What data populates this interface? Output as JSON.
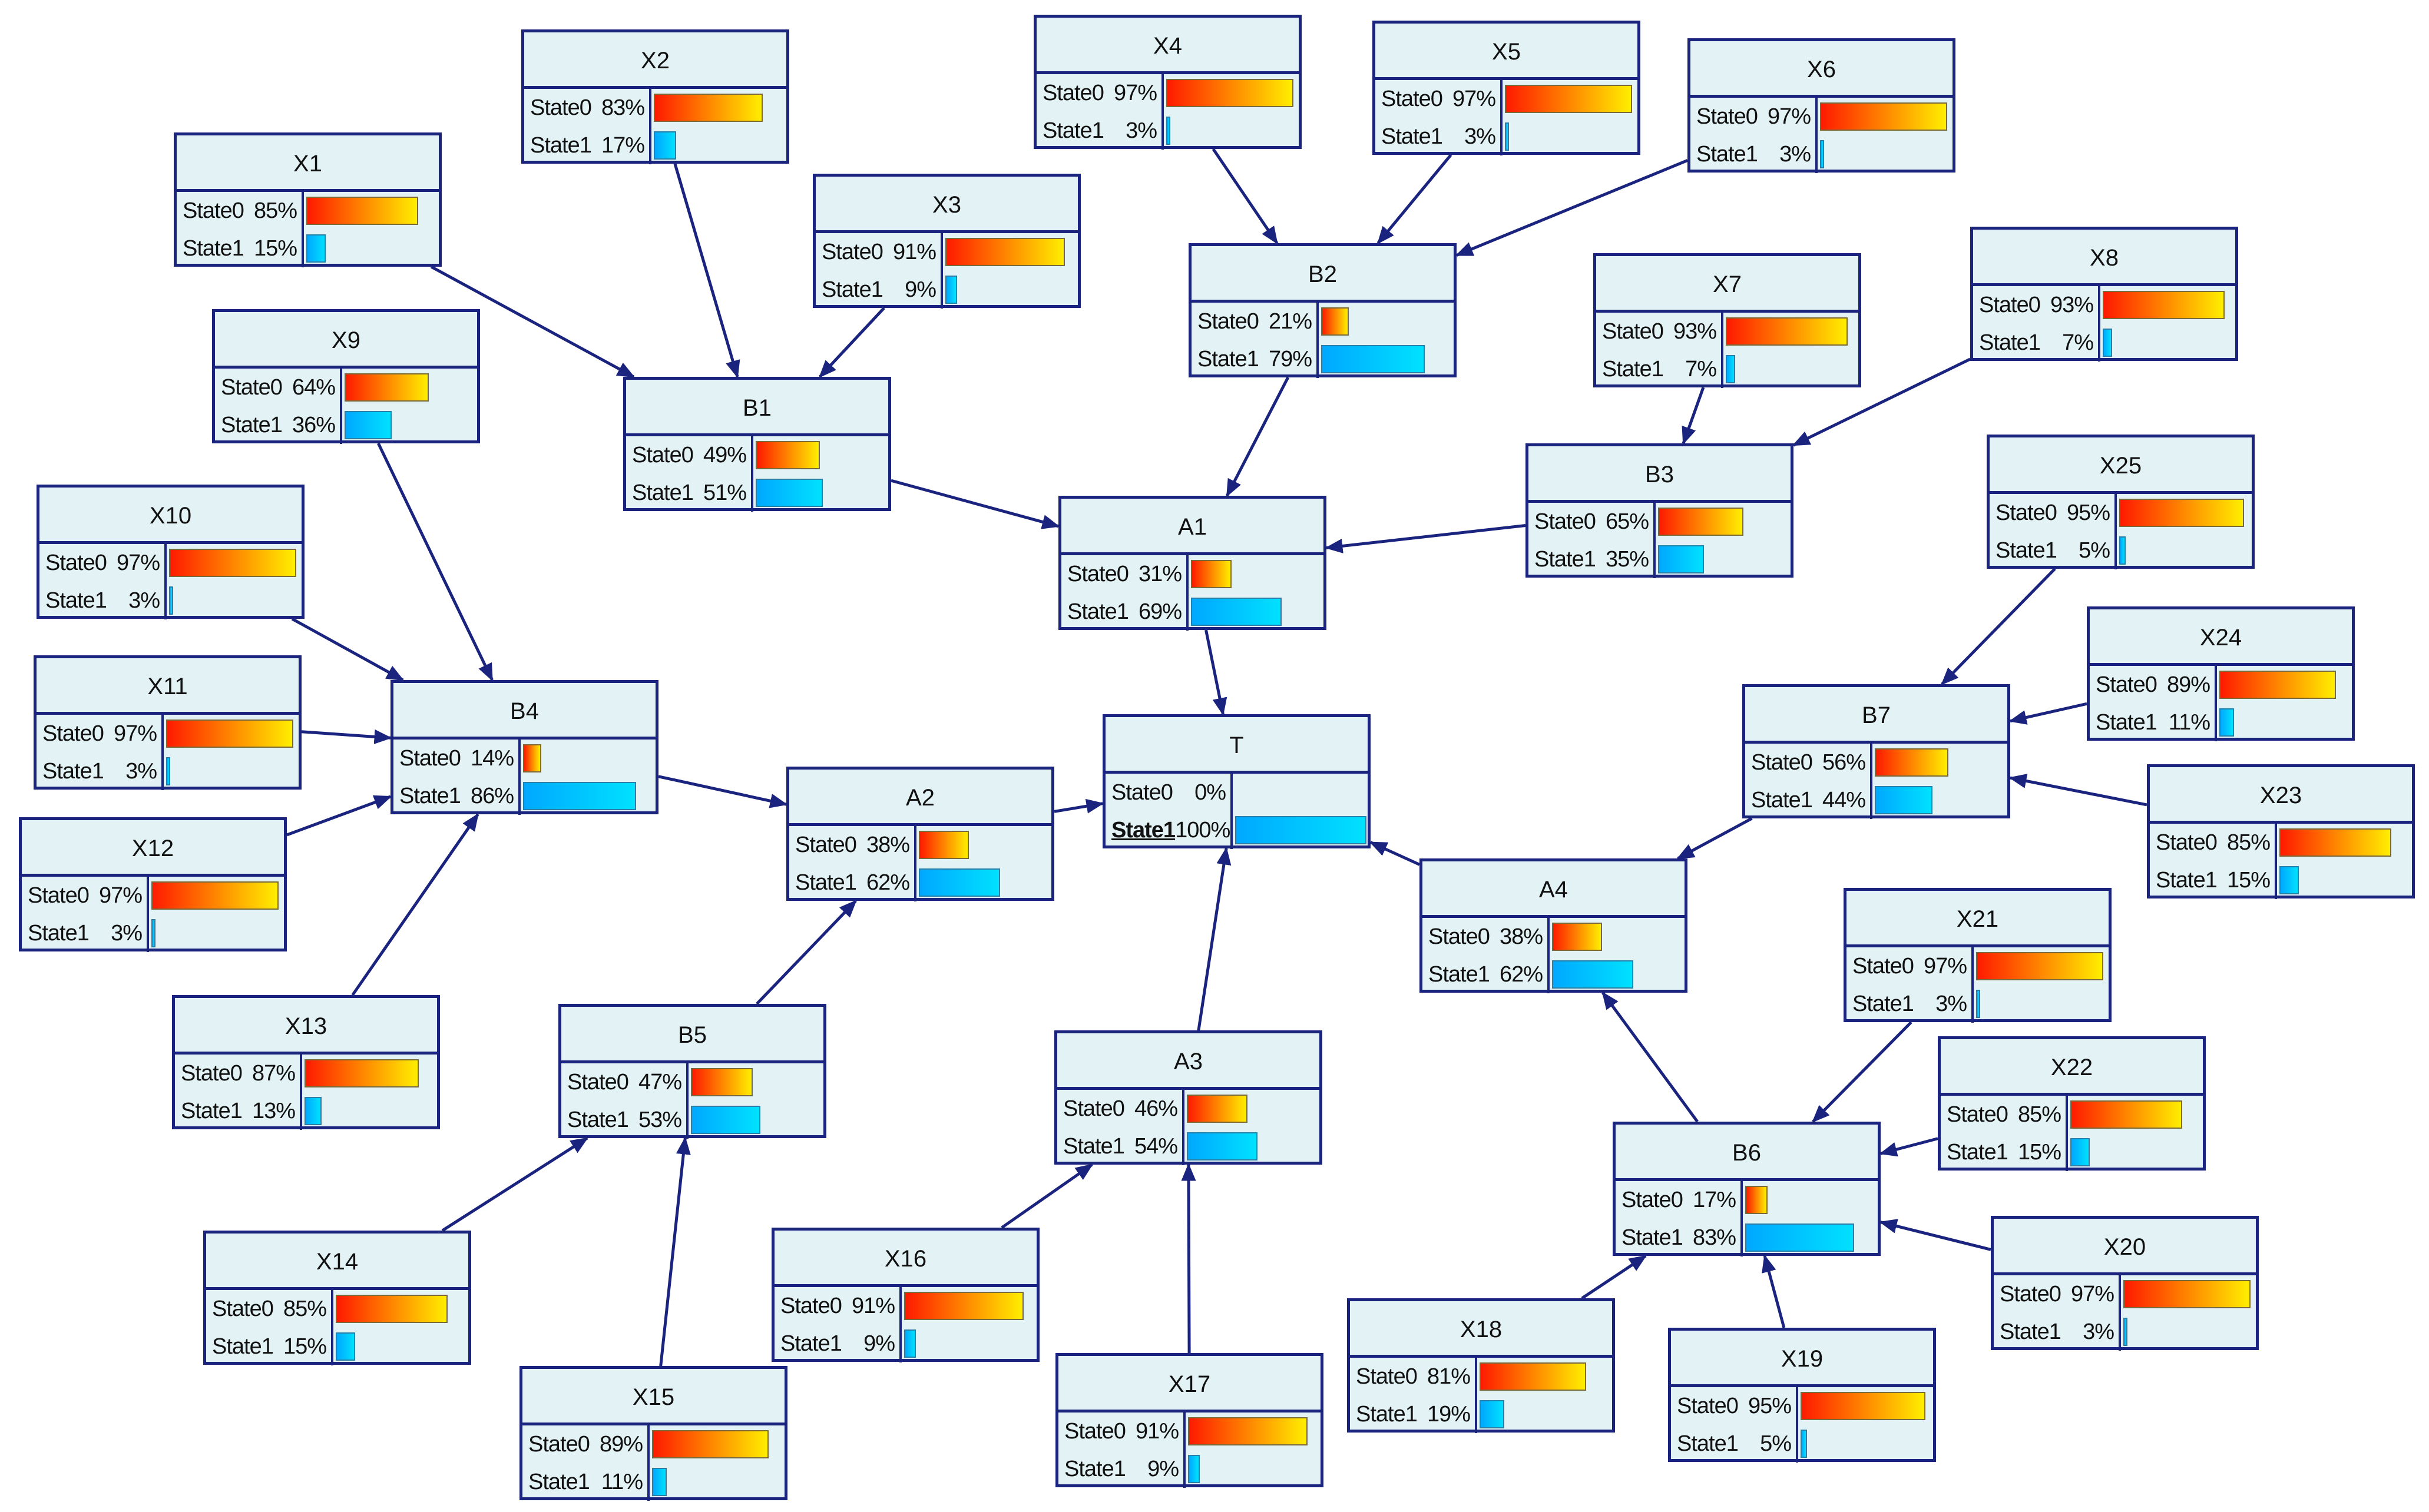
{
  "diagram": {
    "nodes": [
      {
        "id": "X1",
        "title": "X1",
        "states": [
          {
            "name": "State0",
            "pct": "85%",
            "value": 85
          },
          {
            "name": "State1",
            "pct": "15%",
            "value": 15
          }
        ]
      },
      {
        "id": "X2",
        "title": "X2",
        "states": [
          {
            "name": "State0",
            "pct": "83%",
            "value": 83
          },
          {
            "name": "State1",
            "pct": "17%",
            "value": 17
          }
        ]
      },
      {
        "id": "X3",
        "title": "X3",
        "states": [
          {
            "name": "State0",
            "pct": "91%",
            "value": 91
          },
          {
            "name": "State1",
            "pct": "9%",
            "value": 9
          }
        ]
      },
      {
        "id": "X4",
        "title": "X4",
        "states": [
          {
            "name": "State0",
            "pct": "97%",
            "value": 97
          },
          {
            "name": "State1",
            "pct": "3%",
            "value": 3
          }
        ]
      },
      {
        "id": "X5",
        "title": "X5",
        "states": [
          {
            "name": "State0",
            "pct": "97%",
            "value": 97
          },
          {
            "name": "State1",
            "pct": "3%",
            "value": 3
          }
        ]
      },
      {
        "id": "X6",
        "title": "X6",
        "states": [
          {
            "name": "State0",
            "pct": "97%",
            "value": 97
          },
          {
            "name": "State1",
            "pct": "3%",
            "value": 3
          }
        ]
      },
      {
        "id": "X7",
        "title": "X7",
        "states": [
          {
            "name": "State0",
            "pct": "93%",
            "value": 93
          },
          {
            "name": "State1",
            "pct": "7%",
            "value": 7
          }
        ]
      },
      {
        "id": "X8",
        "title": "X8",
        "states": [
          {
            "name": "State0",
            "pct": "93%",
            "value": 93
          },
          {
            "name": "State1",
            "pct": "7%",
            "value": 7
          }
        ]
      },
      {
        "id": "X9",
        "title": "X9",
        "states": [
          {
            "name": "State0",
            "pct": "64%",
            "value": 64
          },
          {
            "name": "State1",
            "pct": "36%",
            "value": 36
          }
        ]
      },
      {
        "id": "X10",
        "title": "X10",
        "states": [
          {
            "name": "State0",
            "pct": "97%",
            "value": 97
          },
          {
            "name": "State1",
            "pct": "3%",
            "value": 3
          }
        ]
      },
      {
        "id": "X11",
        "title": "X11",
        "states": [
          {
            "name": "State0",
            "pct": "97%",
            "value": 97
          },
          {
            "name": "State1",
            "pct": "3%",
            "value": 3
          }
        ]
      },
      {
        "id": "X12",
        "title": "X12",
        "states": [
          {
            "name": "State0",
            "pct": "97%",
            "value": 97
          },
          {
            "name": "State1",
            "pct": "3%",
            "value": 3
          }
        ]
      },
      {
        "id": "X13",
        "title": "X13",
        "states": [
          {
            "name": "State0",
            "pct": "87%",
            "value": 87
          },
          {
            "name": "State1",
            "pct": "13%",
            "value": 13
          }
        ]
      },
      {
        "id": "X14",
        "title": "X14",
        "states": [
          {
            "name": "State0",
            "pct": "85%",
            "value": 85
          },
          {
            "name": "State1",
            "pct": "15%",
            "value": 15
          }
        ]
      },
      {
        "id": "X15",
        "title": "X15",
        "states": [
          {
            "name": "State0",
            "pct": "89%",
            "value": 89
          },
          {
            "name": "State1",
            "pct": "11%",
            "value": 11
          }
        ]
      },
      {
        "id": "X16",
        "title": "X16",
        "states": [
          {
            "name": "State0",
            "pct": "91%",
            "value": 91
          },
          {
            "name": "State1",
            "pct": "9%",
            "value": 9
          }
        ]
      },
      {
        "id": "X17",
        "title": "X17",
        "states": [
          {
            "name": "State0",
            "pct": "91%",
            "value": 91
          },
          {
            "name": "State1",
            "pct": "9%",
            "value": 9
          }
        ]
      },
      {
        "id": "X18",
        "title": "X18",
        "states": [
          {
            "name": "State0",
            "pct": "81%",
            "value": 81
          },
          {
            "name": "State1",
            "pct": "19%",
            "value": 19
          }
        ]
      },
      {
        "id": "X19",
        "title": "X19",
        "states": [
          {
            "name": "State0",
            "pct": "95%",
            "value": 95
          },
          {
            "name": "State1",
            "pct": "5%",
            "value": 5
          }
        ]
      },
      {
        "id": "X20",
        "title": "X20",
        "states": [
          {
            "name": "State0",
            "pct": "97%",
            "value": 97
          },
          {
            "name": "State1",
            "pct": "3%",
            "value": 3
          }
        ]
      },
      {
        "id": "X21",
        "title": "X21",
        "states": [
          {
            "name": "State0",
            "pct": "97%",
            "value": 97
          },
          {
            "name": "State1",
            "pct": "3%",
            "value": 3
          }
        ]
      },
      {
        "id": "X22",
        "title": "X22",
        "states": [
          {
            "name": "State0",
            "pct": "85%",
            "value": 85
          },
          {
            "name": "State1",
            "pct": "15%",
            "value": 15
          }
        ]
      },
      {
        "id": "X23",
        "title": "X23",
        "states": [
          {
            "name": "State0",
            "pct": "85%",
            "value": 85
          },
          {
            "name": "State1",
            "pct": "15%",
            "value": 15
          }
        ]
      },
      {
        "id": "X24",
        "title": "X24",
        "states": [
          {
            "name": "State0",
            "pct": "89%",
            "value": 89
          },
          {
            "name": "State1",
            "pct": "11%",
            "value": 11
          }
        ]
      },
      {
        "id": "X25",
        "title": "X25",
        "states": [
          {
            "name": "State0",
            "pct": "95%",
            "value": 95
          },
          {
            "name": "State1",
            "pct": "5%",
            "value": 5
          }
        ]
      },
      {
        "id": "B1",
        "title": "B1",
        "states": [
          {
            "name": "State0",
            "pct": "49%",
            "value": 49
          },
          {
            "name": "State1",
            "pct": "51%",
            "value": 51
          }
        ]
      },
      {
        "id": "B2",
        "title": "B2",
        "states": [
          {
            "name": "State0",
            "pct": "21%",
            "value": 21
          },
          {
            "name": "State1",
            "pct": "79%",
            "value": 79
          }
        ]
      },
      {
        "id": "B3",
        "title": "B3",
        "states": [
          {
            "name": "State0",
            "pct": "65%",
            "value": 65
          },
          {
            "name": "State1",
            "pct": "35%",
            "value": 35
          }
        ]
      },
      {
        "id": "B4",
        "title": "B4",
        "states": [
          {
            "name": "State0",
            "pct": "14%",
            "value": 14
          },
          {
            "name": "State1",
            "pct": "86%",
            "value": 86
          }
        ]
      },
      {
        "id": "B5",
        "title": "B5",
        "states": [
          {
            "name": "State0",
            "pct": "47%",
            "value": 47
          },
          {
            "name": "State1",
            "pct": "53%",
            "value": 53
          }
        ]
      },
      {
        "id": "B6",
        "title": "B6",
        "states": [
          {
            "name": "State0",
            "pct": "17%",
            "value": 17
          },
          {
            "name": "State1",
            "pct": "83%",
            "value": 83
          }
        ]
      },
      {
        "id": "B7",
        "title": "B7",
        "states": [
          {
            "name": "State0",
            "pct": "56%",
            "value": 56
          },
          {
            "name": "State1",
            "pct": "44%",
            "value": 44
          }
        ]
      },
      {
        "id": "A1",
        "title": "A1",
        "states": [
          {
            "name": "State0",
            "pct": "31%",
            "value": 31
          },
          {
            "name": "State1",
            "pct": "69%",
            "value": 69
          }
        ]
      },
      {
        "id": "A2",
        "title": "A2",
        "states": [
          {
            "name": "State0",
            "pct": "38%",
            "value": 38
          },
          {
            "name": "State1",
            "pct": "62%",
            "value": 62
          }
        ]
      },
      {
        "id": "A3",
        "title": "A3",
        "states": [
          {
            "name": "State0",
            "pct": "46%",
            "value": 46
          },
          {
            "name": "State1",
            "pct": "54%",
            "value": 54
          }
        ]
      },
      {
        "id": "A4",
        "title": "A4",
        "states": [
          {
            "name": "State0",
            "pct": "38%",
            "value": 38
          },
          {
            "name": "State1",
            "pct": "62%",
            "value": 62
          }
        ]
      },
      {
        "id": "T",
        "title": "T",
        "states": [
          {
            "name": "State0",
            "pct": "0%",
            "value": 0
          },
          {
            "name": "State1",
            "pct": "100%",
            "value": 100,
            "selected": true
          }
        ]
      }
    ],
    "edges": [
      [
        "X1",
        "B1"
      ],
      [
        "X2",
        "B1"
      ],
      [
        "X3",
        "B1"
      ],
      [
        "X4",
        "B2"
      ],
      [
        "X5",
        "B2"
      ],
      [
        "X6",
        "B2"
      ],
      [
        "X7",
        "B3"
      ],
      [
        "X8",
        "B3"
      ],
      [
        "X9",
        "B4"
      ],
      [
        "X10",
        "B4"
      ],
      [
        "X11",
        "B4"
      ],
      [
        "X12",
        "B4"
      ],
      [
        "X13",
        "B4"
      ],
      [
        "X14",
        "B5"
      ],
      [
        "X15",
        "B5"
      ],
      [
        "X18",
        "B6"
      ],
      [
        "X19",
        "B6"
      ],
      [
        "X20",
        "B6"
      ],
      [
        "X21",
        "B6"
      ],
      [
        "X22",
        "B6"
      ],
      [
        "X23",
        "B7"
      ],
      [
        "X24",
        "B7"
      ],
      [
        "X25",
        "B7"
      ],
      [
        "B1",
        "A1"
      ],
      [
        "B2",
        "A1"
      ],
      [
        "B3",
        "A1"
      ],
      [
        "B4",
        "A2"
      ],
      [
        "B5",
        "A2"
      ],
      [
        "X16",
        "A3"
      ],
      [
        "X17",
        "A3"
      ],
      [
        "B6",
        "A4"
      ],
      [
        "B7",
        "A4"
      ],
      [
        "A1",
        "T"
      ],
      [
        "A2",
        "T"
      ],
      [
        "A3",
        "T"
      ],
      [
        "A4",
        "T"
      ]
    ]
  },
  "colors": {
    "node_fill": "#e3f3f5",
    "node_border": "#1a237e",
    "edge": "#1a237e",
    "state0_bar": [
      "#ff1a00",
      "#ffee00"
    ],
    "state1_bar": [
      "#00a8ff",
      "#00e1ff"
    ]
  }
}
